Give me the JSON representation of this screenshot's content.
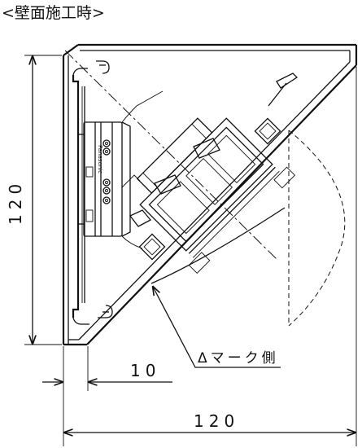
{
  "title": "<壁面施工時>",
  "dimensions": {
    "height": "120",
    "width": "120",
    "offset": "10"
  },
  "callout": "Δマーク側",
  "device_label": "Panasonic"
}
